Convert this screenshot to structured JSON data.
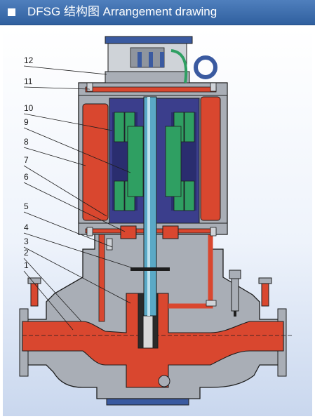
{
  "header": {
    "title": "DFSG 结构图 Arrangement drawing"
  },
  "diagram": {
    "callouts": [
      "12",
      "11",
      "10",
      "9",
      "8",
      "7",
      "6",
      "5",
      "4",
      "3",
      "2",
      "1"
    ]
  },
  "colors": {
    "header": "#3a6ab0",
    "casing": "#a9aeb6",
    "casing_outline": "#1d1d1d",
    "flow_channel": "#d9472f",
    "rotor_core": "#2f9f62",
    "motor_housing": "#3b3e8c",
    "shaft": "#5aa9c6",
    "base": "#3a5aa0"
  }
}
